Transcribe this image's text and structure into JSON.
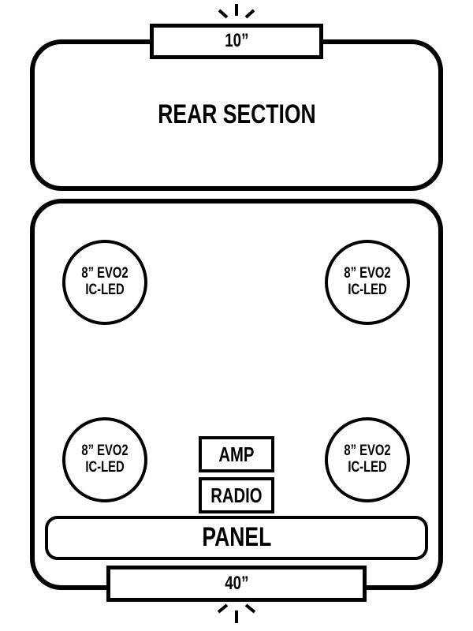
{
  "rear_section": {
    "label": "REAR SECTION",
    "top_dimension": "10”"
  },
  "main_section": {
    "speakers": [
      {
        "line1": "8” EVO2",
        "line2": "IC-LED"
      },
      {
        "line1": "8” EVO2",
        "line2": "IC-LED"
      },
      {
        "line1": "8” EVO2",
        "line2": "IC-LED"
      },
      {
        "line1": "8” EVO2",
        "line2": "IC-LED"
      }
    ],
    "amp_label": "AMP",
    "radio_label": "RADIO",
    "panel_label": "PANEL",
    "bottom_dimension": "40”"
  }
}
